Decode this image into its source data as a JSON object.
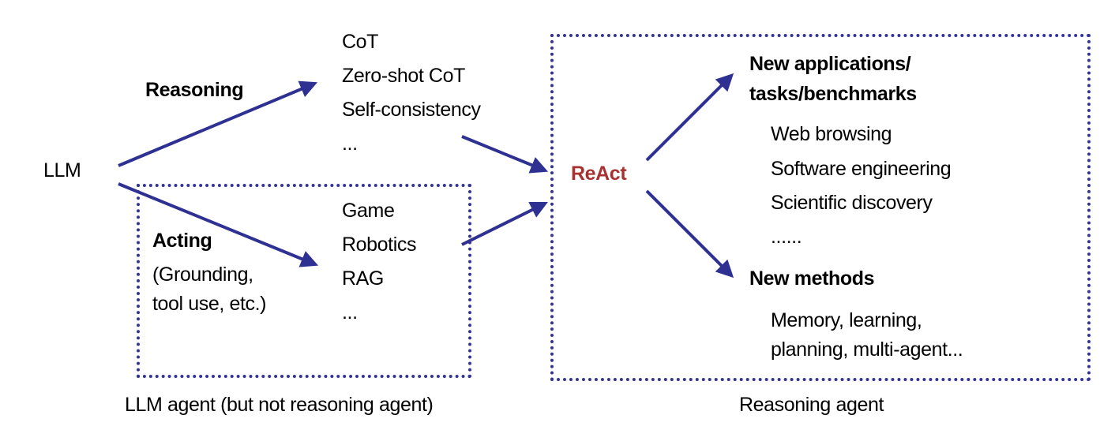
{
  "diagram": {
    "colors": {
      "arrow": "#2e3192",
      "box_border": "#333399",
      "highlight": "#a83232",
      "text": "#000000"
    },
    "source_node": "LLM",
    "branches": {
      "reasoning": {
        "label": "Reasoning",
        "items": [
          "CoT",
          "Zero-shot CoT",
          "Self-consistency",
          "..."
        ]
      },
      "acting": {
        "label": "Acting",
        "sublabel_lines": [
          "(Grounding,",
          "tool use, etc.)"
        ],
        "items": [
          "Game",
          "Robotics",
          "RAG",
          "..."
        ]
      }
    },
    "center_node": "ReAct",
    "outcomes": {
      "applications": {
        "title_lines": [
          "New applications/",
          "tasks/benchmarks"
        ],
        "items": [
          "Web browsing",
          "Software engineering",
          "Scientific discovery",
          "......"
        ]
      },
      "methods": {
        "title": "New methods",
        "item_lines": [
          "Memory, learning,",
          "planning, multi-agent..."
        ]
      }
    },
    "groups": {
      "llm_agent": "LLM agent (but not reasoning agent)",
      "reasoning_agent": "Reasoning agent"
    },
    "edges": [
      {
        "from": "LLM",
        "to": "Reasoning methods"
      },
      {
        "from": "LLM",
        "to": "Acting methods"
      },
      {
        "from": "Reasoning methods",
        "to": "ReAct"
      },
      {
        "from": "Acting methods",
        "to": "ReAct"
      },
      {
        "from": "ReAct",
        "to": "New applications/tasks/benchmarks"
      },
      {
        "from": "ReAct",
        "to": "New methods"
      }
    ]
  }
}
